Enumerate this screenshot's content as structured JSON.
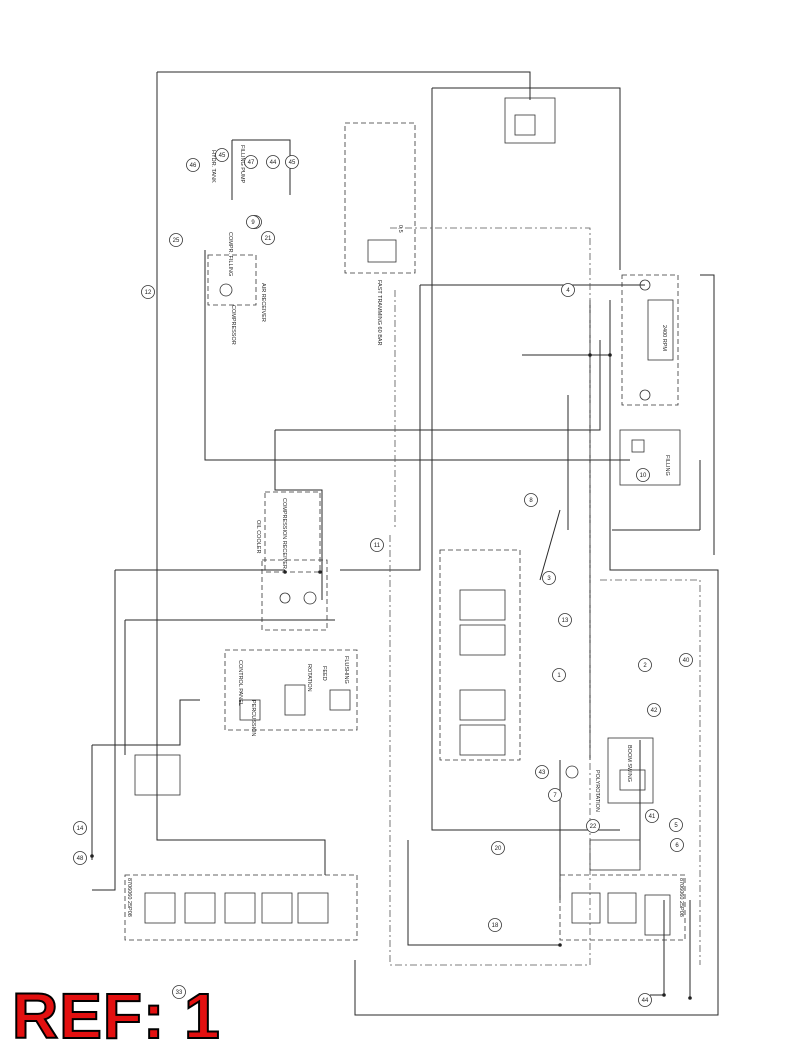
{
  "ref_label": "REF: 1",
  "labels": {
    "hydraulic_tank": "HYDR. TANK",
    "air_receiver": "AIR RECEIVER",
    "compressor": "COMPRESSOR",
    "compressor_filling": "COMPR. FILLING",
    "filling_pump": "FILLING PUMP",
    "oil_cooler": "OIL COOLER",
    "compression_receiver": "COMPRESSION RECEIVER",
    "control_panel": "CONTROL PANEL",
    "percussion": "PERCUSSION",
    "rotation": "ROTATION",
    "feed": "FEED",
    "flushing": "FLUSHING",
    "fast_tramming": "FAST TRAMMING 60 BAR",
    "boom_swing": "BOOM SWING",
    "poly_rotation": "POLYROTATION",
    "filling": "FILLING",
    "pump_rpm": "2400 RPM",
    "valve_a": "8706060 25P08",
    "valve_b": "8706060 25P08",
    "pressure": "0,5"
  },
  "balloons": [
    "46",
    "45",
    "47",
    "44",
    "45",
    "46",
    "25",
    "21",
    "12",
    "4",
    "11",
    "3",
    "13",
    "1",
    "2",
    "5",
    "6",
    "7",
    "8",
    "42",
    "43",
    "44",
    "33",
    "14",
    "48",
    "18",
    "20",
    "22",
    "40",
    "41",
    "10",
    "9"
  ]
}
